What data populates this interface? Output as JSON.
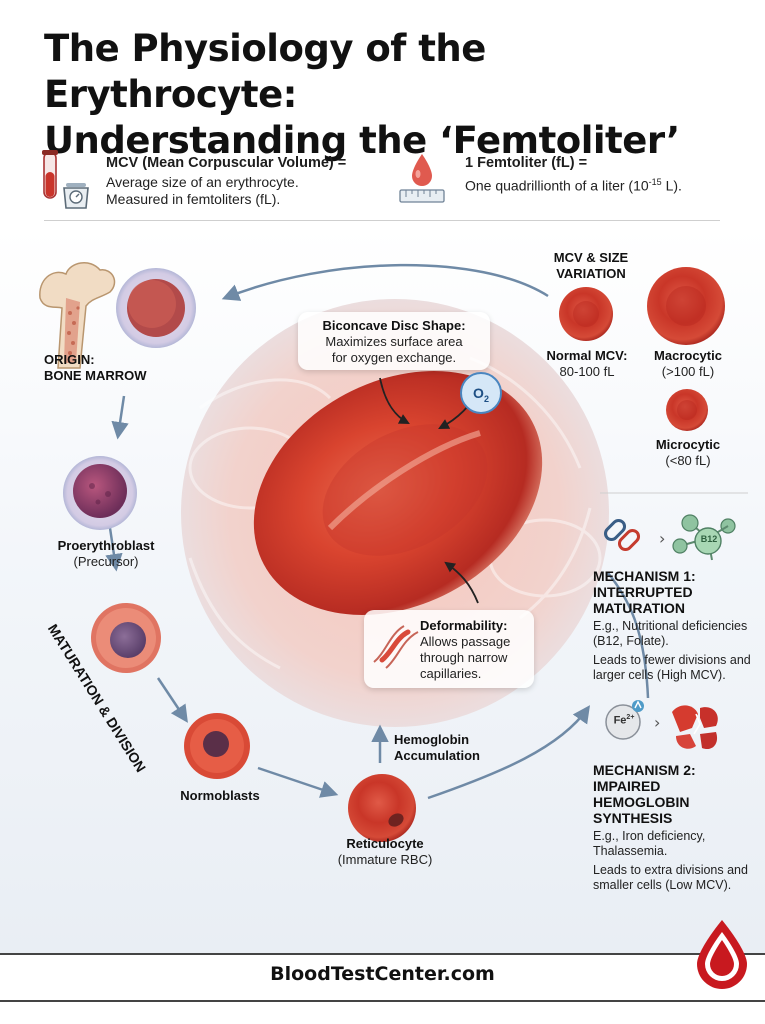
{
  "title": {
    "line1": "The Physiology of the Erythrocyte:",
    "line2": "Understanding the ‘Femtoliter’"
  },
  "definitions": {
    "mcv_head": "MCV (Mean Corpuscular Volume) =",
    "mcv_body1": "Average size of an erythrocyte.",
    "mcv_body2": "Measured in femtoliters (fL).",
    "fl_head": "1 Femtoliter (fL) =",
    "fl_body_pre": "One quadrillionth of a liter (10",
    "fl_body_exp": "-15",
    "fl_body_post": " L)."
  },
  "origin": {
    "line1": "ORIGIN:",
    "line2": "BONE MARROW"
  },
  "stages": {
    "proerythroblast": {
      "name": "Proerythroblast",
      "sub": "(Precursor)"
    },
    "normoblasts": {
      "name": "Normoblasts"
    },
    "reticulocyte": {
      "name": "Reticulocyte",
      "sub": "(Immature RBC)"
    },
    "maturation_label": "MATURATION & DIVISION",
    "hemoglobin": {
      "line1": "Hemoglobin",
      "line2": "Accumulation"
    }
  },
  "center": {
    "biconcave": {
      "title": "Biconcave Disc Shape:",
      "line1": "Maximizes surface area",
      "line2": "for oxygen exchange."
    },
    "o2": {
      "main": "O",
      "sub": "2"
    },
    "deform": {
      "title": "Deformability:",
      "line1": "Allows passage",
      "line2": "through narrow",
      "line3": "capillaries."
    }
  },
  "size_variation": {
    "title1": "MCV & SIZE",
    "title2": "VARIATION",
    "normal": {
      "name": "Normal MCV:",
      "range": "80-100 fL"
    },
    "macro": {
      "name": "Macrocytic",
      "range": "(>100 fL)"
    },
    "micro": {
      "name": "Microcytic",
      "range": "(<80 fL)"
    }
  },
  "mechanisms": {
    "m1": {
      "title1": "MECHANISM 1:",
      "title2": "INTERRUPTED",
      "title3": "MATURATION",
      "body1": "E.g., Nutritional deficiencies",
      "body2": "(B12, Folate).",
      "body3": "Leads to fewer divisions and",
      "body4": "larger cells (High MCV).",
      "icon_b12": "B12"
    },
    "m2": {
      "title1": "MECHANISM 2:",
      "title2": "IMPAIRED",
      "title3": "HEMOGLOBIN SYNTHESIS",
      "body1": "E.g., Iron deficiency,",
      "body2": "Thalassemia.",
      "body3": "Leads to extra divisions and",
      "body4": "smaller cells (Low MCV).",
      "icon_fe": "Fe",
      "icon_fe_sup": "2+"
    }
  },
  "footer": {
    "site": "BloodTestCenter.com"
  },
  "colors": {
    "rbc_red": "#d8402e",
    "arrow_blue": "#6f8aa6",
    "accent_dark": "#111111"
  }
}
